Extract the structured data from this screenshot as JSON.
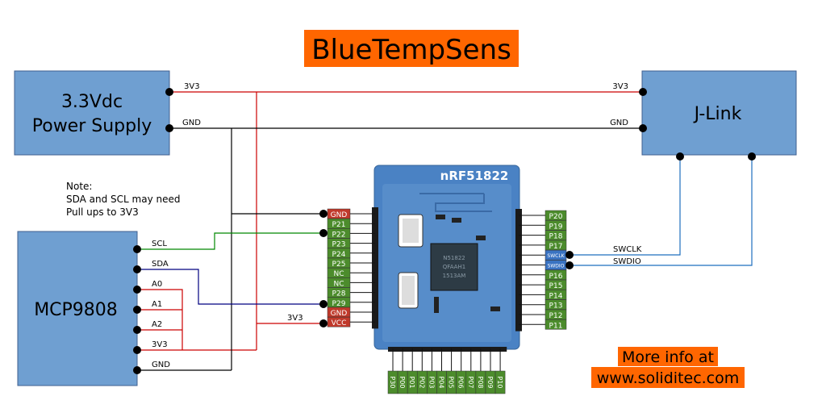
{
  "title": "BlueTempSens",
  "colors": {
    "title_bg": "#ff6600",
    "box_fill": "#6f9fd1",
    "box_stroke": "#3f5f8f",
    "wire_red": "#cc0000",
    "wire_black": "#000000",
    "wire_green": "#008800",
    "wire_navy": "#000080",
    "wire_blue": "#1f6fbf",
    "pin_green": "#4c8c2c",
    "pin_red": "#c0392b",
    "pin_blue": "#3a73c2",
    "module_blue": "#4a82c4",
    "chip": "#2d3b45"
  },
  "power_supply": {
    "line1": "3.3Vdc",
    "line2": "Power Supply",
    "pin_3v3": "3V3",
    "pin_gnd": "GND"
  },
  "jlink": {
    "label": "J-Link",
    "pin_3v3": "3V3",
    "pin_gnd": "GND",
    "swclk": "SWCLK",
    "swdio": "SWDIO"
  },
  "mcp": {
    "label": "MCP9808",
    "pins": [
      "SCL",
      "SDA",
      "A0",
      "A1",
      "A2",
      "3V3",
      "GND"
    ]
  },
  "note": {
    "line1": "Note:",
    "line2": "SDA and SCL may need",
    "line3": "Pull ups to 3V3"
  },
  "module": {
    "label": "nRF51822",
    "chip_text": [
      "N51822",
      "QFAAH1",
      "1513AM"
    ],
    "left_pins": [
      "GND",
      "P21",
      "P22",
      "P23",
      "P24",
      "P25",
      "NC",
      "NC",
      "P28",
      "P29",
      "GND",
      "VCC"
    ],
    "right_pins": [
      "P20",
      "P19",
      "P18",
      "P17",
      "SWCLK",
      "SWDIO",
      "P16",
      "P15",
      "P14",
      "P13",
      "P12",
      "P11"
    ],
    "bottom_pins": [
      "P30",
      "P00",
      "P01",
      "P02",
      "P03",
      "P04",
      "P05",
      "P06",
      "P07",
      "P08",
      "P09",
      "P10"
    ]
  },
  "vcc_wire_label": "3V3",
  "more_info": {
    "line1": "More info at",
    "line2": "www.soliditec.com"
  }
}
